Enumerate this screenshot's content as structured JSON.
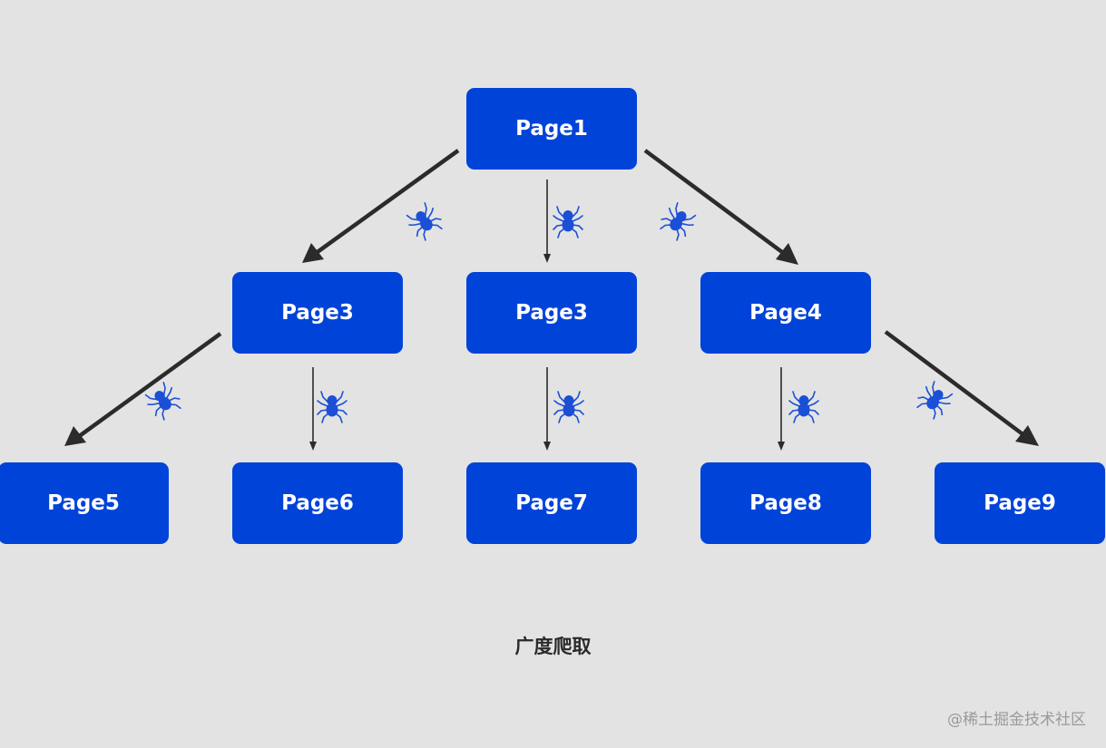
{
  "diagram": {
    "nodes": {
      "page1": "Page1",
      "page3_left": "Page3",
      "page3_mid": "Page3",
      "page4": "Page4",
      "page5": "Page5",
      "page6": "Page6",
      "page7": "Page7",
      "page8": "Page8",
      "page9": "Page9"
    },
    "caption": "广度爬取",
    "watermark": "@稀土掘金技术社区",
    "crawler_icon": "spider-icon",
    "colors": {
      "node_fill": "#0043d9",
      "node_text": "#ffffff",
      "edge": "#2b2b2b",
      "spider": "#1b4fd6",
      "background": "#e3e3e3"
    }
  }
}
